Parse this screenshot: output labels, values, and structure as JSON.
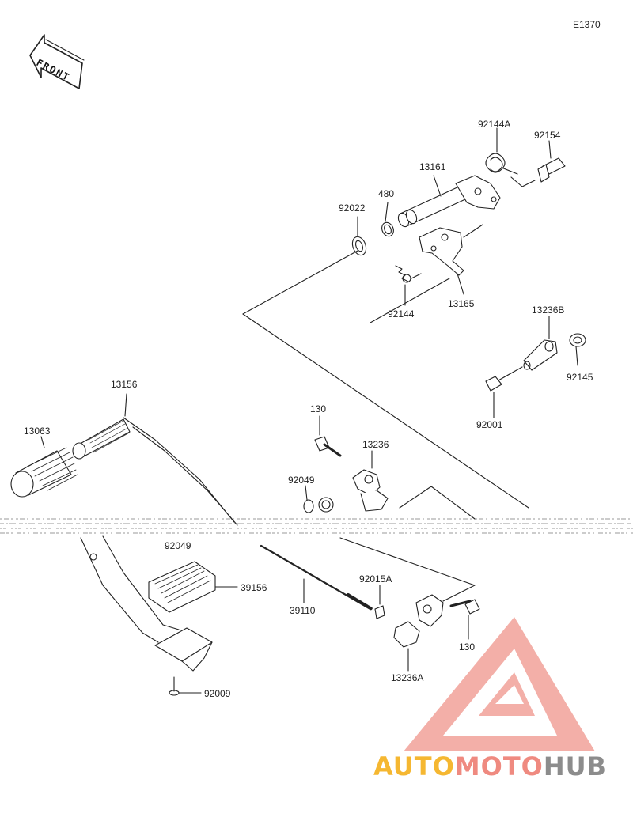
{
  "diagram_code": "E1370",
  "front_label": "FRONT",
  "parts": {
    "p13156": "13156",
    "p13063": "13063",
    "p92049_upper": "92049",
    "p92049_lower": "92049",
    "p39156": "39156",
    "p92009": "92009",
    "p39110": "39110",
    "p92015A": "92015A",
    "p13236A": "13236A",
    "p130_lower": "130",
    "p130_upper": "130",
    "p13236": "13236",
    "p92144A": "92144A",
    "p92154": "92154",
    "p13161": "13161",
    "p480": "480",
    "p92022": "92022",
    "p92144": "92144",
    "p13165": "13165",
    "p13236B": "13236B",
    "p92145": "92145",
    "p92001": "92001"
  },
  "watermark": {
    "part1": "AUTO",
    "part2": "MOTO",
    "part3": "HUB"
  },
  "colors": {
    "line": "#222222",
    "watermark_auto": "#f5b731",
    "watermark_moto": "#ef8a80",
    "watermark_hub": "#8c8c8c"
  }
}
